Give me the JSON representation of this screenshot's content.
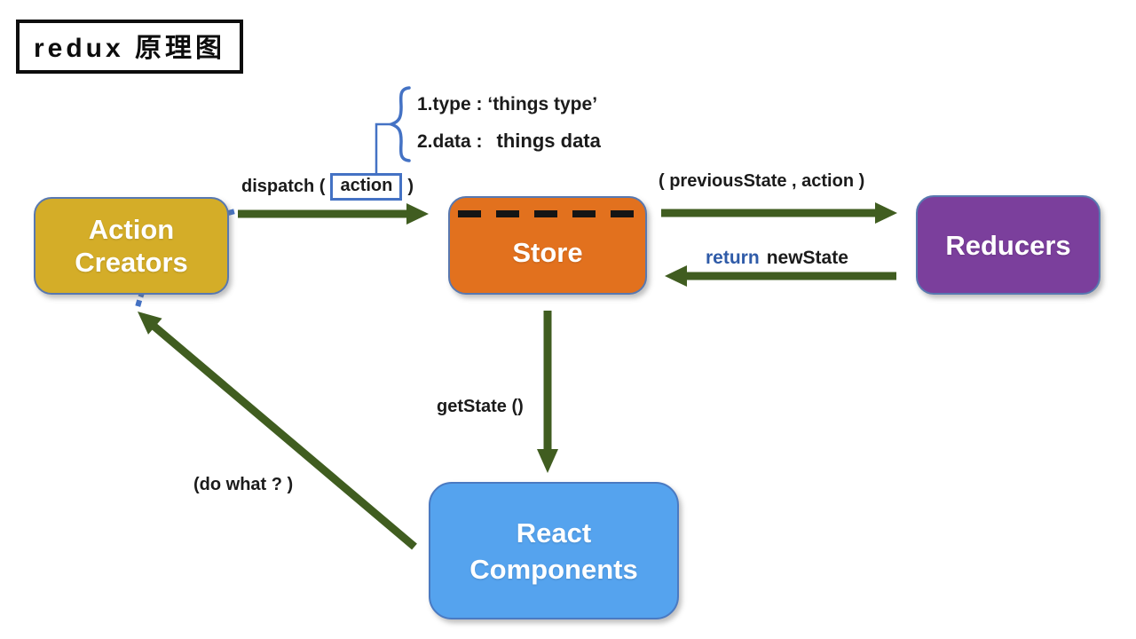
{
  "title": "redux 原理图",
  "annotation": {
    "line1": "1.type : ‘things type’",
    "line2_label": "2.data :",
    "line2_value": "things data"
  },
  "labels": {
    "dispatch_prefix": "dispatch (",
    "dispatch_action": "action",
    "dispatch_suffix": ")",
    "previous_state": "( previousState , action )",
    "return_keyword": "return",
    "return_value": "newState",
    "get_state": "getState ()",
    "do_what": "(do what ? )"
  },
  "nodes": {
    "action_creators": {
      "line1": "Action",
      "line2": "Creators"
    },
    "store": {
      "label": "Store"
    },
    "reducers": {
      "label": "Reducers"
    },
    "react_components": {
      "line1": "React",
      "line2": "Components"
    }
  },
  "colors": {
    "arrow_green": "#405d20",
    "accent_blue": "#4472c4",
    "return_blue": "#2f5ba8",
    "action_creators_fill": "#d4ad28",
    "store_fill": "#e2711e",
    "reducers_fill": "#7b3f9c",
    "react_components_fill": "#55a3ee",
    "node_border": "#5878b0",
    "dash_black": "#151515"
  }
}
